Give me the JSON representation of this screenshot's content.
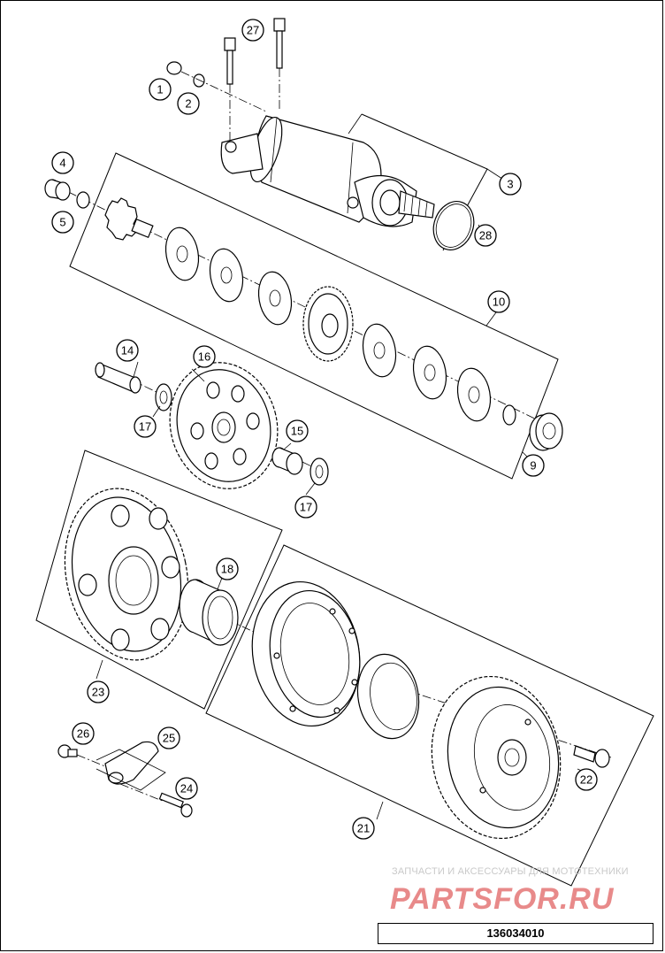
{
  "callouts": [
    {
      "id": "c1",
      "label": "1"
    },
    {
      "id": "c2",
      "label": "2"
    },
    {
      "id": "c3",
      "label": "3"
    },
    {
      "id": "c4",
      "label": "4"
    },
    {
      "id": "c5",
      "label": "5"
    },
    {
      "id": "c9",
      "label": "9"
    },
    {
      "id": "c10",
      "label": "10"
    },
    {
      "id": "c14",
      "label": "14"
    },
    {
      "id": "c15",
      "label": "15"
    },
    {
      "id": "c16",
      "label": "16"
    },
    {
      "id": "c17a",
      "label": "17"
    },
    {
      "id": "c17b",
      "label": "17"
    },
    {
      "id": "c18",
      "label": "18"
    },
    {
      "id": "c21",
      "label": "21"
    },
    {
      "id": "c22",
      "label": "22"
    },
    {
      "id": "c23",
      "label": "23"
    },
    {
      "id": "c24",
      "label": "24"
    },
    {
      "id": "c25",
      "label": "25"
    },
    {
      "id": "c26",
      "label": "26"
    },
    {
      "id": "c27",
      "label": "27"
    },
    {
      "id": "c28",
      "label": "28"
    }
  ],
  "watermark": {
    "tagline": "ЗАПЧАСТИ И АКСЕССУАРЫ ДЛЯ МОТОТЕХНИКИ",
    "brand": "PARTSFOR.RU"
  },
  "diagram_code": "136034010"
}
